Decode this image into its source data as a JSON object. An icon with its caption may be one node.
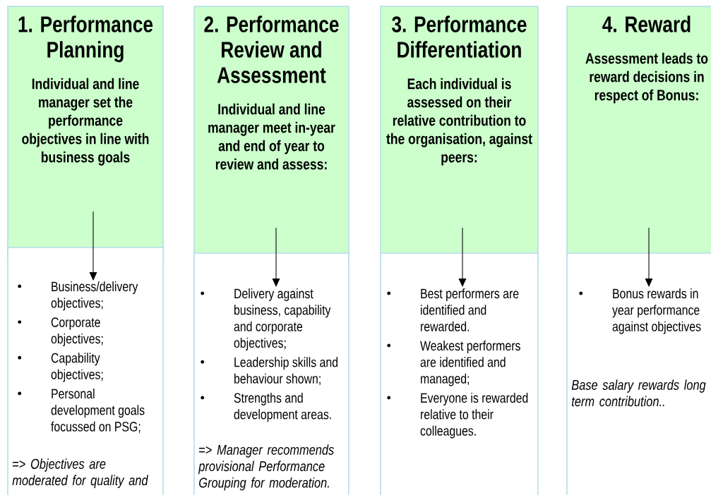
{
  "diagram": {
    "nodes": [
      {
        "text": [
          "1. Performance Planning",
          "Individual and line manager set the performance objectives in line with business goals"
        ]
      },
      {
        "text": [
          "Business/delivery objectives;",
          "Corporate objectives;",
          "Capability objectives;",
          "Personal development goals focussed on PSG;"
        ]
      },
      {
        "text": [
          "2. Performance Review and Assessment",
          "Individual and line manager meet in-year and end of year to review and assess:"
        ]
      },
      {
        "text": [
          "Delivery against business, capability and corporate objectives;",
          "Leadership skills and behaviour shown;",
          "Strengths and development areas."
        ]
      },
      {
        "text": [
          "3. Performance Differentiation",
          "Each individual is assessed on their relative contribution to the organisation, against peers:"
        ]
      },
      {
        "text": [
          "Best performers are identified and rewarded.",
          "Weakest performers are identified and managed;",
          "Everyone is rewarded relative to their colleagues."
        ]
      },
      {
        "text": [
          "4. Reward",
          "Assessment leads to reward decisions in respect of Bonus:"
        ]
      },
      {
        "text": [
          "Bonus rewards in year performance against objectives"
        ]
      }
    ],
    "edges": [
      {
        "from": 0,
        "to": 1,
        "arrow": "to"
      },
      {
        "from": 2,
        "to": 3,
        "arrow": "to"
      },
      {
        "from": 4,
        "to": 5,
        "arrow": "to"
      },
      {
        "from": 6,
        "to": 7,
        "arrow": "to"
      }
    ],
    "labels": [
      "=> *Objectives are moderated for quality and*",
      "=> *Manager recommends provisional Performance Grouping for moderation.*",
      "Base salary rewards long term contribution.."
    ]
  }
}
